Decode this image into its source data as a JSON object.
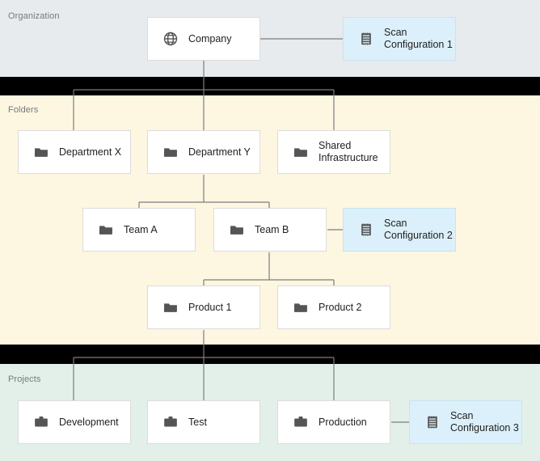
{
  "diagram": {
    "title": "Organization hierarchy with scan configurations",
    "colors": {
      "organization_band": "#E7EBEE",
      "folders_band": "#FDF6E1",
      "projects_band": "#E3F0E9",
      "separator_band": "#000000",
      "node_fill": "#FFFFFF",
      "node_border": "#DCDCDC",
      "scan_node_fill": "#DCF0FB",
      "scan_node_border": "#C7E3F2",
      "connector": "#7D7D7D",
      "icon": "#555555",
      "label_text": "#77797C",
      "node_text": "#1F1F1F"
    },
    "bands": [
      {
        "id": "organization",
        "label": "Organization"
      },
      {
        "id": "folders",
        "label": "Folders"
      },
      {
        "id": "projects",
        "label": "Projects"
      }
    ],
    "nodes": [
      {
        "id": "company",
        "label": "Company",
        "icon": "globe-icon",
        "band": "organization",
        "type": "resource"
      },
      {
        "id": "scan-config-1",
        "label": "Scan\nConfiguration 1",
        "icon": "scan-icon",
        "band": "organization",
        "type": "scan"
      },
      {
        "id": "department-x",
        "label": "Department X",
        "icon": "folder-icon",
        "band": "folders",
        "type": "resource"
      },
      {
        "id": "department-y",
        "label": "Department Y",
        "icon": "folder-icon",
        "band": "folders",
        "type": "resource"
      },
      {
        "id": "shared-infra",
        "label": "Shared\nInfrastructure",
        "icon": "folder-icon",
        "band": "folders",
        "type": "resource"
      },
      {
        "id": "team-a",
        "label": "Team A",
        "icon": "folder-icon",
        "band": "folders",
        "type": "resource"
      },
      {
        "id": "team-b",
        "label": "Team B",
        "icon": "folder-icon",
        "band": "folders",
        "type": "resource"
      },
      {
        "id": "scan-config-2",
        "label": "Scan\nConfiguration 2",
        "icon": "scan-icon",
        "band": "folders",
        "type": "scan"
      },
      {
        "id": "product-1",
        "label": "Product 1",
        "icon": "folder-icon",
        "band": "folders",
        "type": "resource"
      },
      {
        "id": "product-2",
        "label": "Product 2",
        "icon": "folder-icon",
        "band": "folders",
        "type": "resource"
      },
      {
        "id": "development",
        "label": "Development",
        "icon": "briefcase-icon",
        "band": "projects",
        "type": "resource"
      },
      {
        "id": "test",
        "label": "Test",
        "icon": "briefcase-icon",
        "band": "projects",
        "type": "resource"
      },
      {
        "id": "production",
        "label": "Production",
        "icon": "briefcase-icon",
        "band": "projects",
        "type": "resource"
      },
      {
        "id": "scan-config-3",
        "label": "Scan\nConfiguration 3",
        "icon": "scan-icon",
        "band": "projects",
        "type": "scan"
      }
    ],
    "edges": [
      {
        "from": "company",
        "to": "scan-config-1",
        "style": "plain"
      },
      {
        "from": "company",
        "to": "department-x",
        "style": "arrow"
      },
      {
        "from": "company",
        "to": "department-y",
        "style": "arrow"
      },
      {
        "from": "company",
        "to": "shared-infra",
        "style": "arrow"
      },
      {
        "from": "department-y",
        "to": "team-a",
        "style": "arrow"
      },
      {
        "from": "department-y",
        "to": "team-b",
        "style": "arrow"
      },
      {
        "from": "team-b",
        "to": "scan-config-2",
        "style": "plain"
      },
      {
        "from": "team-b",
        "to": "product-1",
        "style": "arrow"
      },
      {
        "from": "team-b",
        "to": "product-2",
        "style": "arrow"
      },
      {
        "from": "product-1",
        "to": "development",
        "style": "arrow"
      },
      {
        "from": "product-1",
        "to": "test",
        "style": "arrow"
      },
      {
        "from": "product-1",
        "to": "production",
        "style": "arrow"
      },
      {
        "from": "production",
        "to": "scan-config-3",
        "style": "plain"
      }
    ]
  }
}
